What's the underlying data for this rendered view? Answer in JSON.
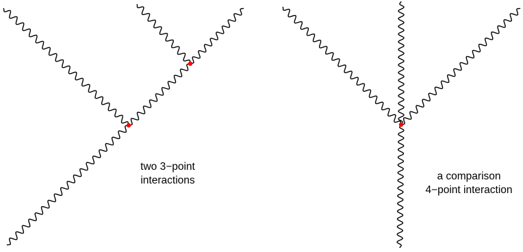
{
  "left_diagram": {
    "caption_line1": "two 3−point",
    "caption_line2": "interactions"
  },
  "right_diagram": {
    "caption_line1": "a comparison",
    "caption_line2": "4−point interaction"
  },
  "colors": {
    "line": "#000000",
    "vertex": "#ff0000"
  }
}
